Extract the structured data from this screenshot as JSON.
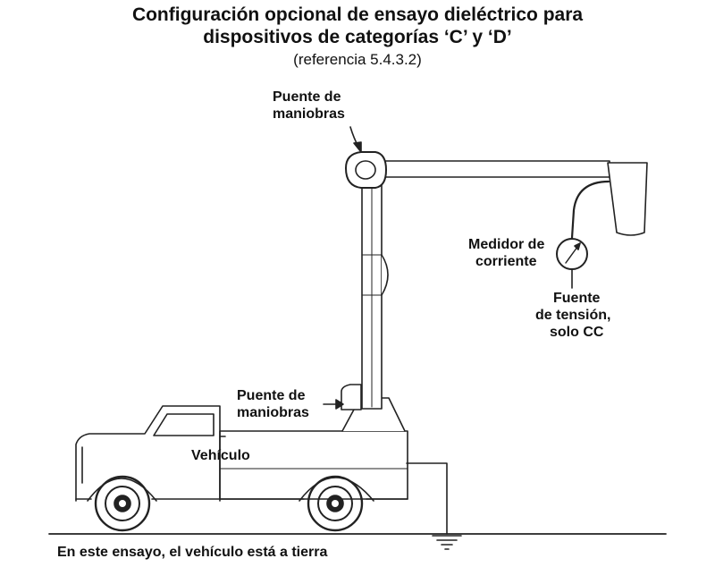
{
  "title_line1": "Configuración opcional de ensayo dieléctrico para",
  "title_line2": "dispositivos de categorías ‘C’ y ‘D’",
  "subtitle": "(referencia 5.4.3.2)",
  "labels": {
    "upper_bridge_1": "Puente de",
    "upper_bridge_2": "maniobras",
    "lower_bridge_1": "Puente de",
    "lower_bridge_2": "maniobras",
    "meter_1": "Medidor de",
    "meter_2": "corriente",
    "source_1": "Fuente",
    "source_2": "de tensión,",
    "source_3": "solo CC",
    "vehicle": "Vehículo",
    "footer": "En este ensayo, el vehículo está a tierra"
  }
}
